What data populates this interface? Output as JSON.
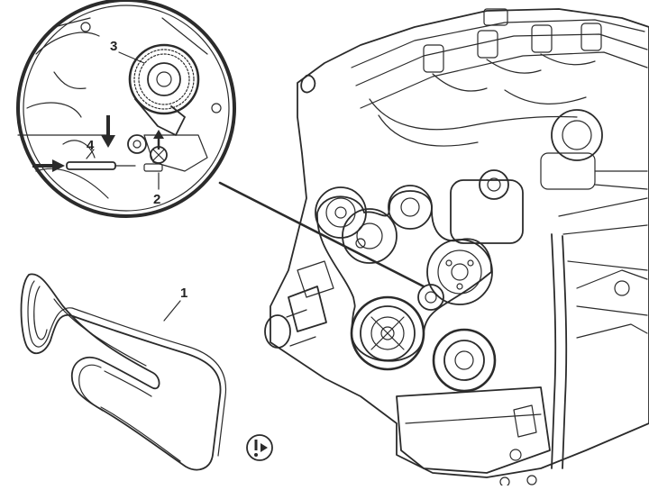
{
  "callouts": {
    "belt": "1",
    "tensioner_bolt": "2",
    "tensioner_pulley": "3",
    "locking_pin": "4"
  },
  "colors": {
    "ink": "#2b2b2b",
    "paper": "#ffffff"
  },
  "icons": {
    "note_symbol": "exclamation-arrow-circle-icon"
  }
}
